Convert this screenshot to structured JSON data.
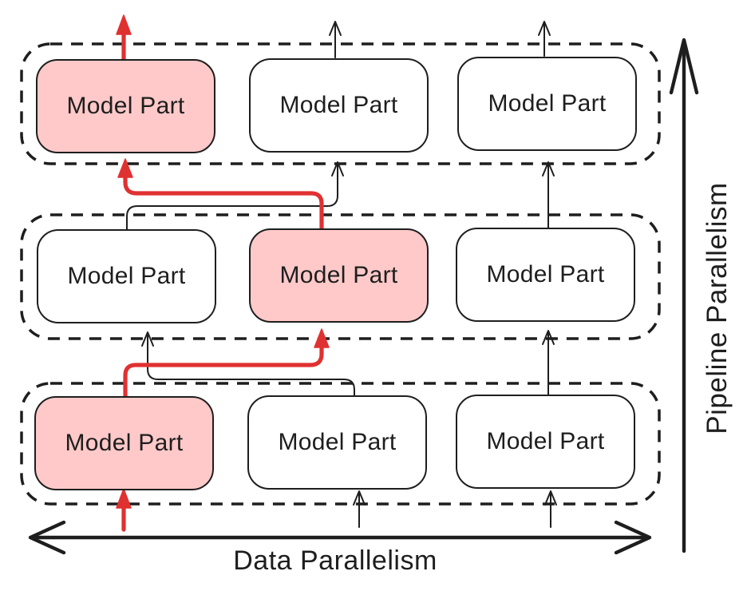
{
  "diagram": {
    "boxes": [
      {
        "id": "top-left",
        "label": "Model Part",
        "highlighted": true
      },
      {
        "id": "top-center",
        "label": "Model Part",
        "highlighted": false
      },
      {
        "id": "top-right",
        "label": "Model Part",
        "highlighted": false
      },
      {
        "id": "middle-left",
        "label": "Model Part",
        "highlighted": false
      },
      {
        "id": "middle-center",
        "label": "Model Part",
        "highlighted": true
      },
      {
        "id": "middle-right",
        "label": "Model Part",
        "highlighted": false
      },
      {
        "id": "bottom-left",
        "label": "Model Part",
        "highlighted": true
      },
      {
        "id": "bottom-center",
        "label": "Model Part",
        "highlighted": false
      },
      {
        "id": "bottom-right",
        "label": "Model Part",
        "highlighted": false
      }
    ],
    "axis_labels": {
      "x": "Data Parallelism",
      "y": "Pipeline Parallelism"
    },
    "highlight_path": [
      "bottom-left",
      "middle-center",
      "top-left"
    ]
  },
  "colors": {
    "ink": "#1e1e1e",
    "red": "#e03131",
    "pink": "#ffc9c9",
    "bg": "#ffffff"
  }
}
